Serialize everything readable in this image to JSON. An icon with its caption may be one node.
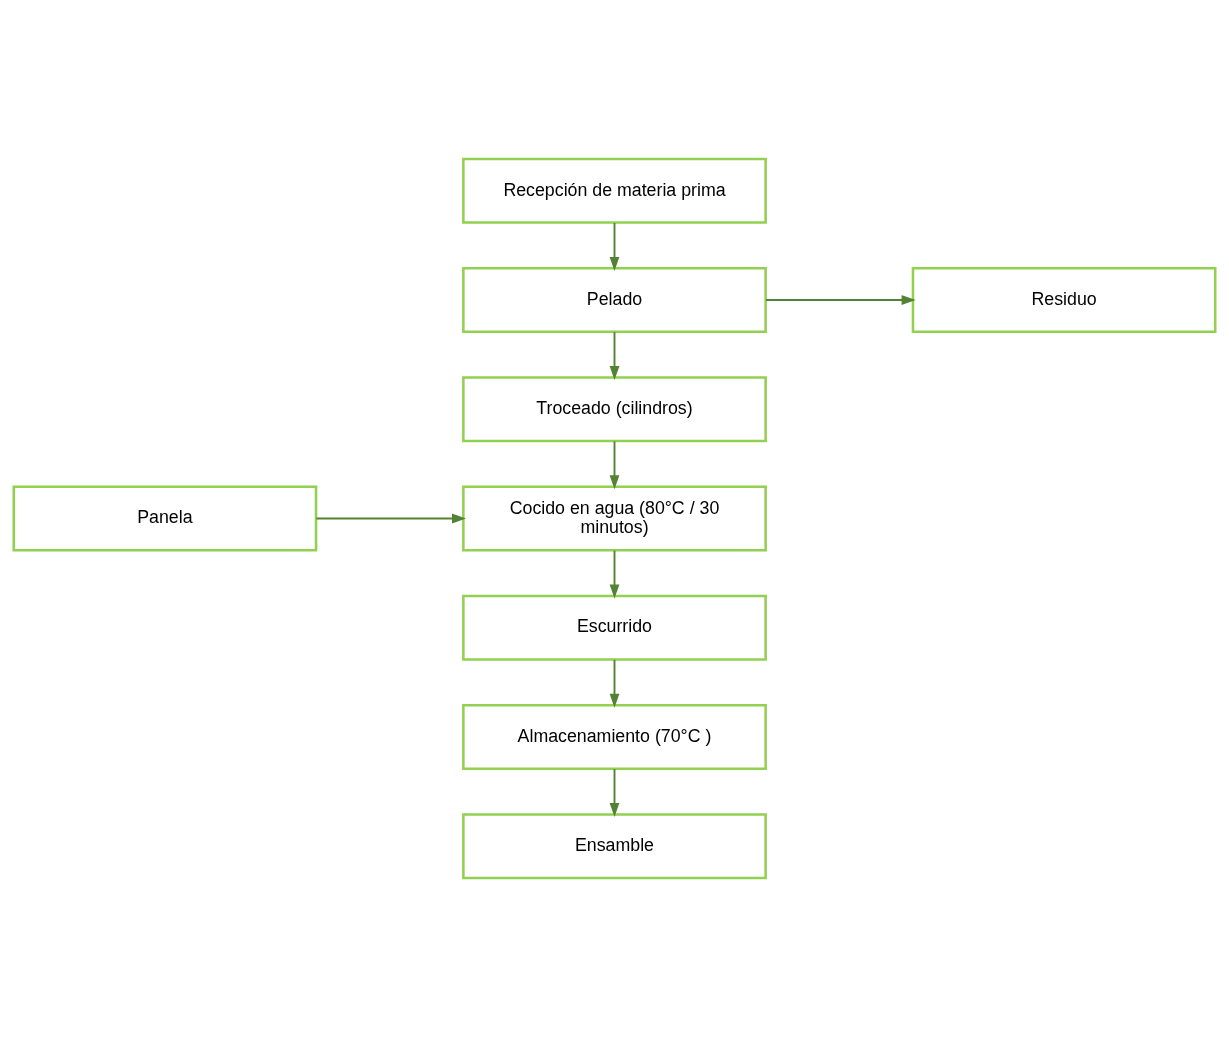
{
  "diagram": {
    "nodes": [
      {
        "text": [
          "Recepción de materia prima"
        ]
      },
      {
        "text": [
          "Pelado"
        ]
      },
      {
        "text": [
          "Residuo"
        ]
      },
      {
        "text": [
          "Troceado (cilindros)"
        ]
      },
      {
        "text": [
          "Panela"
        ]
      },
      {
        "text": [
          "Cocido en agua (80°C / 30 minutos)"
        ]
      },
      {
        "text": [
          "Escurrido"
        ]
      },
      {
        "text": [
          "Almacenamiento (70°C )"
        ]
      },
      {
        "text": [
          "Ensamble"
        ]
      }
    ],
    "edges": [
      {
        "from": 0,
        "to": 1,
        "arrow": "to"
      },
      {
        "from": 1,
        "to": 2,
        "arrow": "to"
      },
      {
        "from": 1,
        "to": 3,
        "arrow": "to"
      },
      {
        "from": 3,
        "to": 5,
        "arrow": "to"
      },
      {
        "from": 4,
        "to": 5,
        "arrow": "to"
      },
      {
        "from": 5,
        "to": 6,
        "arrow": "to"
      },
      {
        "from": 6,
        "to": 7,
        "arrow": "to"
      },
      {
        "from": 7,
        "to": 8,
        "arrow": "to"
      }
    ]
  }
}
